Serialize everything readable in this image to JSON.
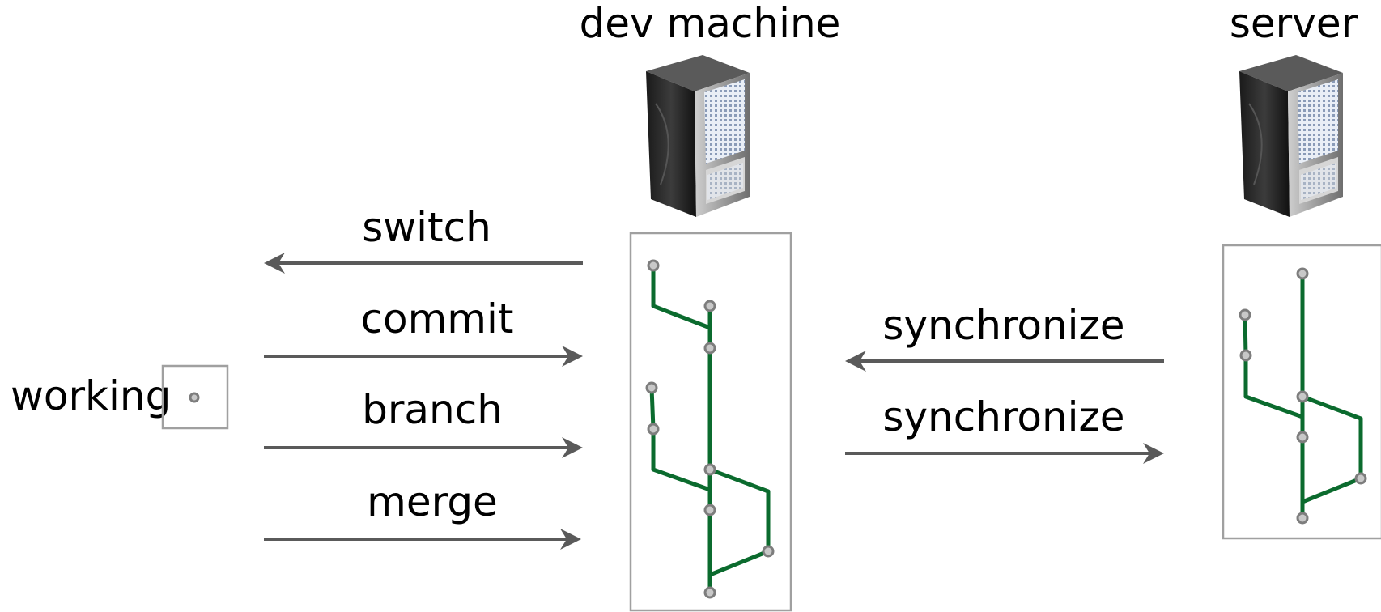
{
  "labels": {
    "dev_machine": "dev machine",
    "server": "server",
    "working": "working"
  },
  "operations": {
    "switch": "switch",
    "commit": "commit",
    "branch": "branch",
    "merge": "merge",
    "sync_pull": "synchronize",
    "sync_push": "synchronize"
  },
  "icons": {
    "dev_machine": "server-tower-icon",
    "server": "server-tower-icon"
  },
  "colors": {
    "graph_edge": "#0b6b2e",
    "node_fill": "#c8c8c8",
    "node_stroke": "#7d7d7d",
    "arrow": "#5a5a5a",
    "box_border": "#a0a0a0"
  }
}
